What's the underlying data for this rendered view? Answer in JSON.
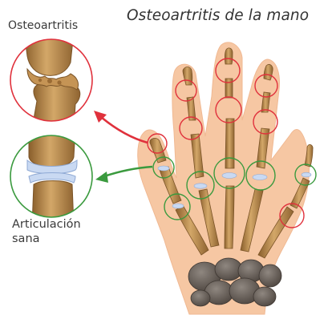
{
  "title": "Osteoartritis de la mano",
  "labels": {
    "osteoarthritis": "Osteoartritis",
    "healthy_joint": "Articulación sana"
  },
  "colors": {
    "affected_joint_ring": "#e0313c",
    "healthy_joint_ring": "#3a9a3e",
    "skin": "#f6c7a3",
    "bone": "#b88a4f",
    "cartilage": "#c9d9f2",
    "carpal_bones": "#6f6660"
  },
  "icons": [
    "red-arrow-icon",
    "green-arrow-icon"
  ]
}
